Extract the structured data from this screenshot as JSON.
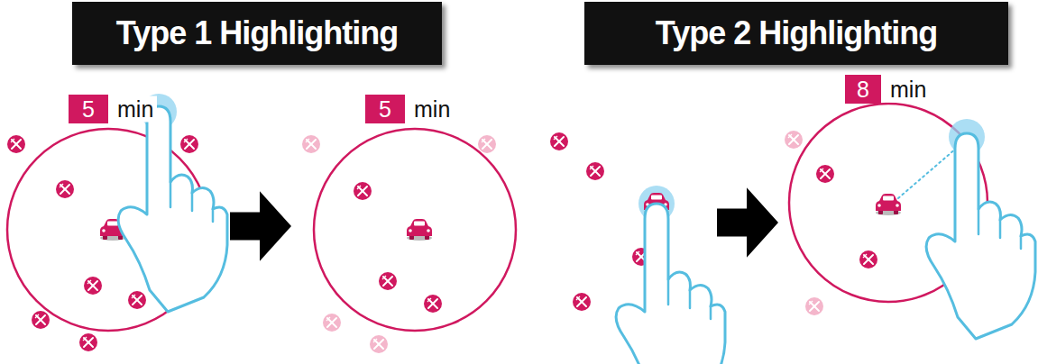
{
  "diagram": {
    "nodes": [
      {
        "text": [
          "Type 1 Highlighting"
        ]
      },
      {
        "text": [
          "5",
          "min"
        ]
      },
      {
        "text": [
          "5",
          "min"
        ]
      },
      {
        "text": [
          "Type 2 Highlighting"
        ]
      },
      {
        "text": [
          "8",
          "min"
        ]
      }
    ]
  }
}
